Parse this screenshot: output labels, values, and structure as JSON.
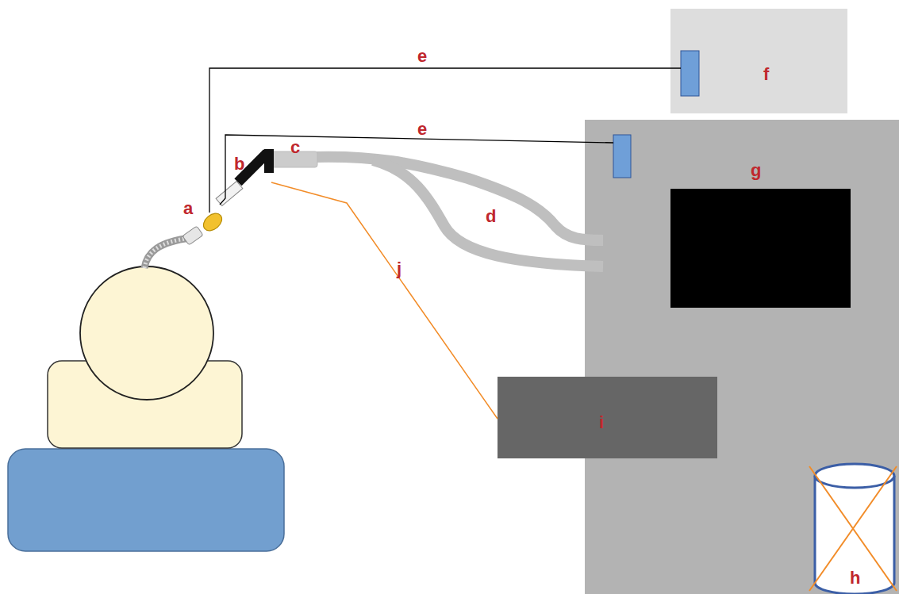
{
  "diagram": {
    "nodes": [
      {
        "text": [
          "f"
        ]
      },
      {
        "text": [
          "g"
        ]
      },
      {
        "text": [
          "i"
        ]
      }
    ],
    "labels": [
      "a",
      "b",
      "c",
      "d",
      "e",
      "e",
      "h",
      "j"
    ]
  }
}
